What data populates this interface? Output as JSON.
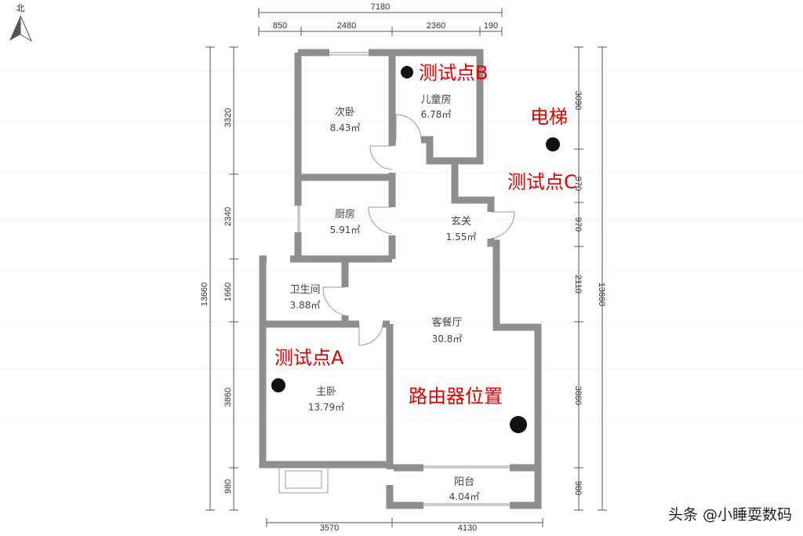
{
  "north_label": "北",
  "dimensions": {
    "top_total": "7180",
    "top_segments": [
      "850",
      "2480",
      "2360",
      "190"
    ],
    "bottom_segments": [
      "3570",
      "4130"
    ],
    "left_total": "13660",
    "left_segments": [
      "3320",
      "2340",
      "1660",
      "3860",
      "980"
    ],
    "right_total": "13660",
    "right_segments": [
      "3090",
      "970",
      "970",
      "2110",
      "3860",
      "980"
    ]
  },
  "rooms": [
    {
      "name": "次卧",
      "area": "8.43㎡"
    },
    {
      "name": "儿童房",
      "area": "6.78㎡"
    },
    {
      "name": "厨房",
      "area": "5.91㎡"
    },
    {
      "name": "玄关",
      "area": "1.55㎡"
    },
    {
      "name": "卫生间",
      "area": "3.88㎡"
    },
    {
      "name": "客餐厅",
      "area": "30.8㎡"
    },
    {
      "name": "主卧",
      "area": "13.79㎡"
    },
    {
      "name": "阳台",
      "area": "4.04㎡"
    }
  ],
  "annotations": {
    "point_b": "测试点B",
    "elevator": "电梯",
    "point_c": "测试点C",
    "point_a": "测试点A",
    "router": "路由器位置"
  },
  "colors": {
    "wall": "#8e8e8e",
    "marker": "#111111",
    "annotation": "#e00000"
  },
  "watermark": "头条 @小睡耍数码"
}
